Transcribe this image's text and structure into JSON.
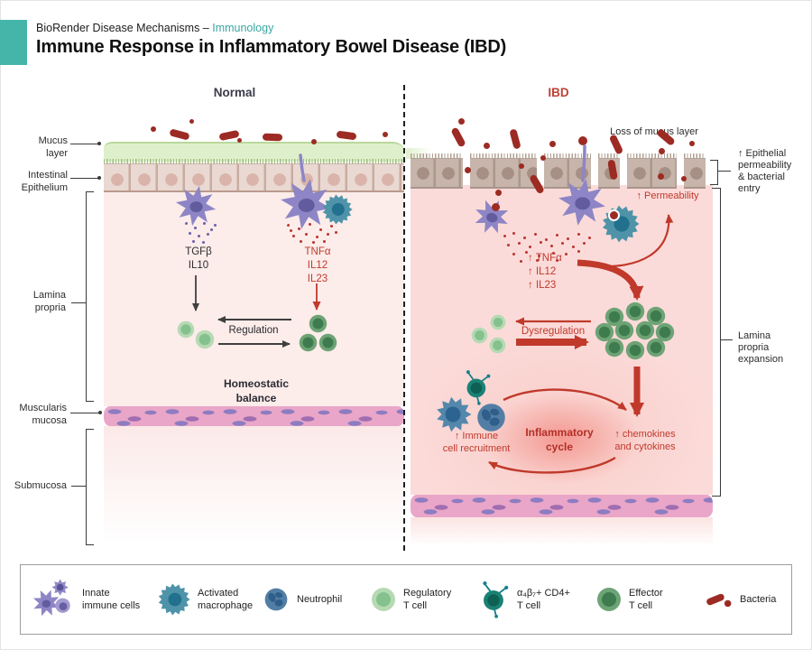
{
  "header": {
    "product": "BioRender Disease Mechanisms – ",
    "category": "Immunology",
    "title": "Immune Response in Inflammatory Bowel Disease (IBD)"
  },
  "panels": {
    "normal": {
      "title": "Normal",
      "regulatory_cytokines": "TGFβ\nIL10",
      "inflammatory_cytokines": "TNFα\nIL12\nIL23",
      "regulation_label": "Regulation",
      "outcome": "Homeostatic\nbalance"
    },
    "ibd": {
      "title": "IBD",
      "loss_of_mucus": "Loss of mucus layer",
      "permeability": "↑ Permeability",
      "inflammatory_cytokines": "↑ TNFα\n↑ IL12\n↑ IL23",
      "dysregulation_label": "Dysregulation",
      "cycle_title": "Inflammatory\ncycle",
      "chemokines": "↑ chemokines\nand cytokines",
      "recruitment": "↑ Immune\ncell recruitment"
    }
  },
  "tissue_labels": {
    "mucus": "Mucus\nlayer",
    "epithelium": "Intestinal\nEpithelium",
    "lamina_propria": "Lamina\npropria",
    "muscularis": "Muscularis\nmucosa",
    "submucosa": "Submucosa",
    "epithelial_permeability": "↑ Epithelial\npermeability\n& bacterial\nentry",
    "lamina_expansion": "Lamina\npropria\nexpansion"
  },
  "legend": {
    "items": [
      {
        "icon": "innate-immune-cells-icon",
        "label": "Innate\nimmune cells"
      },
      {
        "icon": "activated-macrophage-icon",
        "label": "Activated\nmacrophage"
      },
      {
        "icon": "neutrophil-icon",
        "label": "Neutrophil"
      },
      {
        "icon": "regulatory-t-cell-icon",
        "label": "Regulatory\nT cell"
      },
      {
        "icon": "a4b7-cd4-t-cell-icon",
        "label": "α₄β₇+ CD4+\nT cell"
      },
      {
        "icon": "effector-t-cell-icon",
        "label": "Effector\nT cell"
      },
      {
        "icon": "bacteria-icon",
        "label": "Bacteria"
      }
    ]
  },
  "colors": {
    "accent_teal": "#45b5aa",
    "highlight_red": "#c0392b",
    "regulatory_green": "#85c18e",
    "effector_green": "#3e7c4f",
    "bacteria_red": "#9c2b23",
    "innate_purple": "#8d85c5",
    "macrophage_teal": "#4f93a9",
    "neutrophil_blue": "#527ea6",
    "mucus_green": "#def0cb",
    "muscularis_pink": "#eaa6c8"
  }
}
